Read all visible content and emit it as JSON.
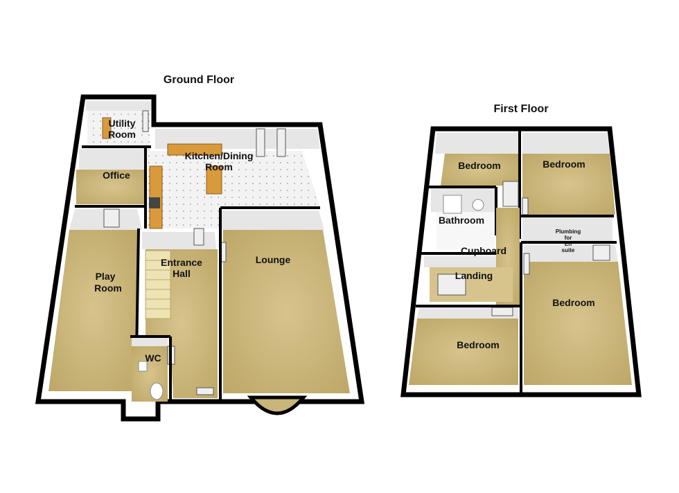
{
  "floors": [
    {
      "title": "Ground Floor",
      "rooms": [
        {
          "id": "utility",
          "lines": [
            "Utility",
            "Room"
          ]
        },
        {
          "id": "office",
          "lines": [
            "Office"
          ]
        },
        {
          "id": "kitchen",
          "lines": [
            "Kitchen/Dining",
            "Room"
          ]
        },
        {
          "id": "playroom",
          "lines": [
            "Play",
            "Room"
          ]
        },
        {
          "id": "entrance",
          "lines": [
            "Entrance",
            "Hall"
          ]
        },
        {
          "id": "lounge",
          "lines": [
            "Lounge"
          ]
        },
        {
          "id": "wc",
          "lines": [
            "WC"
          ]
        }
      ]
    },
    {
      "title": "First Floor",
      "rooms": [
        {
          "id": "bedroom1",
          "lines": [
            "Bedroom"
          ]
        },
        {
          "id": "bedroom2",
          "lines": [
            "Bedroom"
          ]
        },
        {
          "id": "bathroom",
          "lines": [
            "Bathroom"
          ]
        },
        {
          "id": "cupboard",
          "lines": [
            "Cupboard"
          ]
        },
        {
          "id": "plumbing",
          "lines": [
            "Plumbing",
            "for",
            "En",
            "suite"
          ]
        },
        {
          "id": "landing",
          "lines": [
            "Landing"
          ]
        },
        {
          "id": "bedroom3",
          "lines": [
            "Bedroom"
          ]
        },
        {
          "id": "bedroom4",
          "lines": [
            "Bedroom"
          ]
        }
      ]
    }
  ],
  "colors": {
    "carpet": "#c9b57a",
    "tile": "#f2f2f2",
    "wall": "#000000",
    "counter": "#d99a3c"
  }
}
